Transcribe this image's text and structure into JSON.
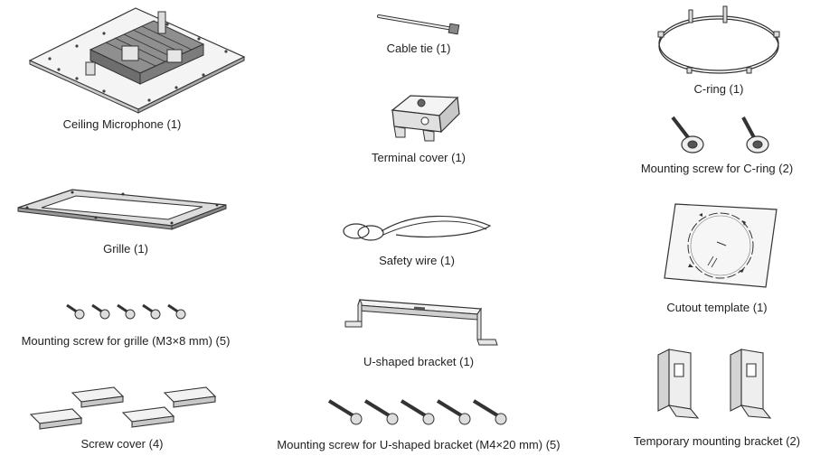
{
  "items": [
    {
      "id": "ceiling-microphone",
      "caption": "Ceiling Microphone (1)"
    },
    {
      "id": "cable-tie",
      "caption": "Cable tie (1)"
    },
    {
      "id": "c-ring",
      "caption": "C-ring (1)"
    },
    {
      "id": "terminal-cover",
      "caption": "Terminal cover (1)"
    },
    {
      "id": "mounting-screw-c-ring",
      "caption": "Mounting screw for C-ring (2)"
    },
    {
      "id": "grille",
      "caption": "Grille (1)"
    },
    {
      "id": "safety-wire",
      "caption": "Safety wire (1)"
    },
    {
      "id": "cutout-template",
      "caption": "Cutout template (1)"
    },
    {
      "id": "mounting-screw-grille",
      "caption": "Mounting screw for grille (M3×8 mm) (5)"
    },
    {
      "id": "u-shaped-bracket",
      "caption": "U-shaped bracket (1)"
    },
    {
      "id": "screw-cover",
      "caption": "Screw cover (4)"
    },
    {
      "id": "mounting-screw-u-bracket",
      "caption": "Mounting screw for U-shaped bracket (M4×20 mm) (5)"
    },
    {
      "id": "temporary-mounting-bracket",
      "caption": "Temporary mounting bracket (2)"
    }
  ],
  "icons": {
    "ceiling-microphone": "ceiling-microphone-illustration",
    "cable-tie": "cable-tie-illustration",
    "c-ring": "c-ring-illustration",
    "terminal-cover": "terminal-cover-illustration",
    "mounting-screw-c-ring": "c-ring-screw-illustration",
    "grille": "grille-illustration",
    "safety-wire": "safety-wire-illustration",
    "cutout-template": "cutout-template-illustration",
    "mounting-screw-grille": "grille-screw-illustration",
    "u-shaped-bracket": "u-bracket-illustration",
    "screw-cover": "screw-cover-illustration",
    "mounting-screw-u-bracket": "u-bracket-screw-illustration",
    "temporary-mounting-bracket": "temporary-bracket-illustration"
  },
  "colors": {
    "line": "#333333",
    "fill_light": "#f2f2f2",
    "fill_dark": "#9a9a9a"
  }
}
